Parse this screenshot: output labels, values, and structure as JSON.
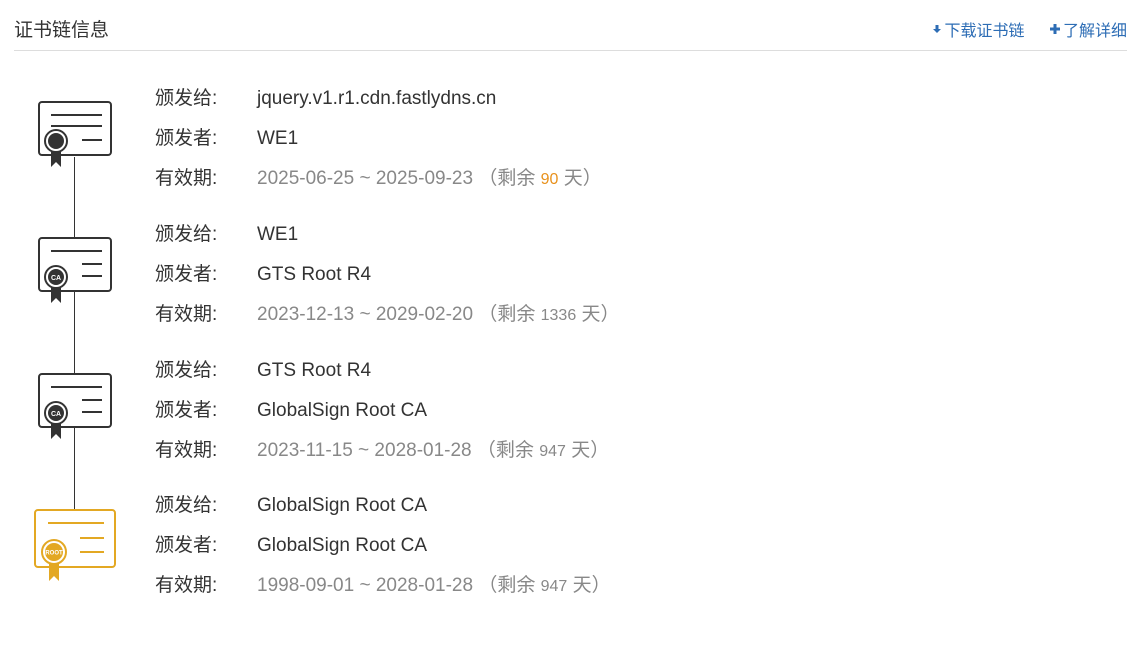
{
  "header": {
    "title": "证书链信息",
    "download_label": "下载证书链",
    "details_label": "了解详细"
  },
  "labels": {
    "issued_to": "颁发给:",
    "issued_by": "颁发者:",
    "validity": "有效期:"
  },
  "certs": [
    {
      "type": "leaf",
      "issued_to": "jquery.v1.r1.cdn.fastlydns.cn",
      "issued_by": "WE1",
      "validity_range": "2025-06-25 ~ 2025-09-23",
      "remaining_prefix": "（剩余",
      "remaining_days": "90",
      "remaining_suffix": "天）"
    },
    {
      "type": "ca",
      "badge": "CA",
      "issued_to": "WE1",
      "issued_by": "GTS Root R4",
      "validity_range": "2023-12-13 ~ 2029-02-20",
      "remaining_prefix": "（剩余",
      "remaining_days": "1336",
      "remaining_suffix": "天）"
    },
    {
      "type": "ca",
      "badge": "CA",
      "issued_to": "GTS Root R4",
      "issued_by": "GlobalSign Root CA",
      "validity_range": "2023-11-15 ~ 2028-01-28",
      "remaining_prefix": "（剩余",
      "remaining_days": "947",
      "remaining_suffix": "天）"
    },
    {
      "type": "root",
      "badge": "ROOT",
      "issued_to": "GlobalSign Root CA",
      "issued_by": "GlobalSign Root CA",
      "validity_range": "1998-09-01 ~ 2028-01-28",
      "remaining_prefix": "（剩余",
      "remaining_days": "947",
      "remaining_suffix": "天）"
    }
  ],
  "colors": {
    "link": "#2d6db5",
    "root_accent": "#e3a823",
    "remaining_warning": "#e8911c",
    "date_gray": "#888888"
  },
  "icons": {
    "download": "download-icon",
    "details": "plus-icon",
    "leaf_cert": "certificate-icon",
    "ca_cert": "ca-certificate-icon",
    "root_cert": "root-certificate-icon"
  }
}
